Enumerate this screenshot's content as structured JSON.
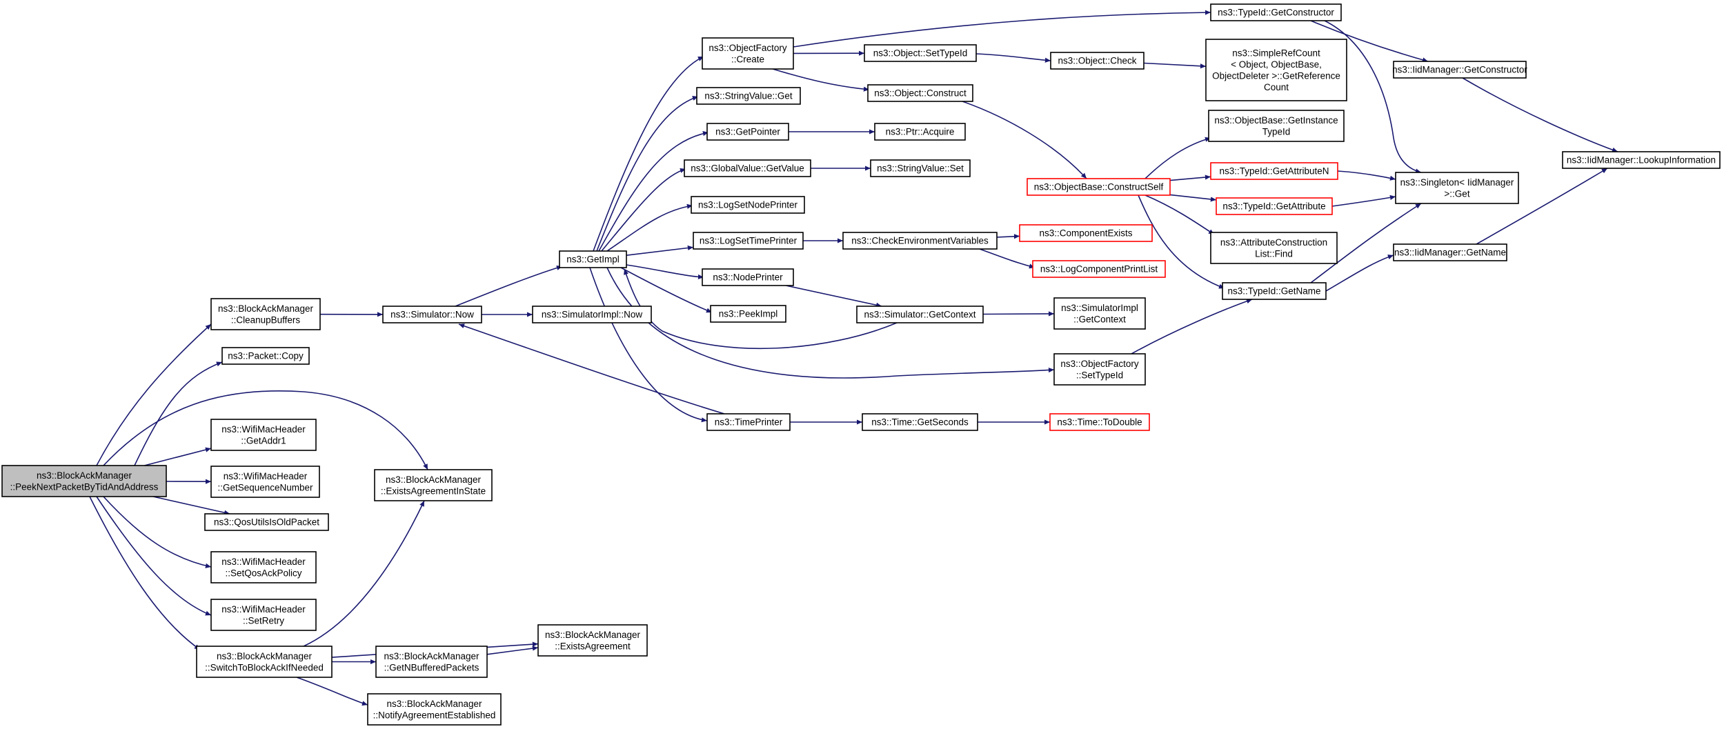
{
  "graph": {
    "edge_color": "#191970",
    "colors": {
      "root_fill": "#bfbfbf",
      "default_stroke": "#000000",
      "truncated_stroke": "#ff0000"
    },
    "nodes": [
      {
        "id": "root",
        "lines": [
          "ns3::BlockAckManager",
          "::PeekNextPacketByTidAndAddress"
        ],
        "style": "root"
      },
      {
        "id": "cleanup",
        "lines": [
          "ns3::BlockAckManager",
          "::CleanupBuffers"
        ]
      },
      {
        "id": "pktcopy",
        "lines": [
          "ns3::Packet::Copy"
        ]
      },
      {
        "id": "getaddr1",
        "lines": [
          "ns3::WifiMacHeader",
          "::GetAddr1"
        ]
      },
      {
        "id": "getseq",
        "lines": [
          "ns3::WifiMacHeader",
          "::GetSequenceNumber"
        ]
      },
      {
        "id": "qosold",
        "lines": [
          "ns3::QosUtilsIsOldPacket"
        ]
      },
      {
        "id": "setqos",
        "lines": [
          "ns3::WifiMacHeader",
          "::SetQosAckPolicy"
        ]
      },
      {
        "id": "setretry",
        "lines": [
          "ns3::WifiMacHeader",
          "::SetRetry"
        ]
      },
      {
        "id": "switch",
        "lines": [
          "ns3::BlockAckManager",
          "::SwitchToBlockAckIfNeeded"
        ]
      },
      {
        "id": "existsstate",
        "lines": [
          "ns3::BlockAckManager",
          "::ExistsAgreementInState"
        ]
      },
      {
        "id": "simnow",
        "lines": [
          "ns3::Simulator::Now"
        ]
      },
      {
        "id": "getnbuf",
        "lines": [
          "ns3::BlockAckManager",
          "::GetNBufferedPackets"
        ]
      },
      {
        "id": "notify",
        "lines": [
          "ns3::BlockAckManager",
          "::NotifyAgreementEstablished"
        ]
      },
      {
        "id": "existsagr",
        "lines": [
          "ns3::BlockAckManager",
          "::ExistsAgreement"
        ]
      },
      {
        "id": "simimplnow",
        "lines": [
          "ns3::SimulatorImpl::Now"
        ]
      },
      {
        "id": "getimpl",
        "lines": [
          "ns3::GetImpl"
        ]
      },
      {
        "id": "ofcreate",
        "lines": [
          "ns3::ObjectFactory",
          "::Create"
        ]
      },
      {
        "id": "strget",
        "lines": [
          "ns3::StringValue::Get"
        ]
      },
      {
        "id": "getptr",
        "lines": [
          "ns3::GetPointer"
        ]
      },
      {
        "id": "gvget",
        "lines": [
          "ns3::GlobalValue::GetValue"
        ]
      },
      {
        "id": "lognode",
        "lines": [
          "ns3::LogSetNodePrinter"
        ]
      },
      {
        "id": "logtime",
        "lines": [
          "ns3::LogSetTimePrinter"
        ]
      },
      {
        "id": "nodeprinter",
        "lines": [
          "ns3::NodePrinter"
        ]
      },
      {
        "id": "peekimpl",
        "lines": [
          "ns3::PeekImpl"
        ]
      },
      {
        "id": "timeprinter",
        "lines": [
          "ns3::TimePrinter"
        ]
      },
      {
        "id": "objsettid",
        "lines": [
          "ns3::Object::SetTypeId"
        ]
      },
      {
        "id": "objconstruct",
        "lines": [
          "ns3::Object::Construct"
        ]
      },
      {
        "id": "ptracquire",
        "lines": [
          "ns3::Ptr::Acquire"
        ]
      },
      {
        "id": "strset",
        "lines": [
          "ns3::StringValue::Set"
        ]
      },
      {
        "id": "checkenv",
        "lines": [
          "ns3::CheckEnvironmentVariables"
        ]
      },
      {
        "id": "simctx",
        "lines": [
          "ns3::Simulator::GetContext"
        ]
      },
      {
        "id": "getsec",
        "lines": [
          "ns3::Time::GetSeconds"
        ]
      },
      {
        "id": "tidgetctor",
        "lines": [
          "ns3::TypeId::GetConstructor"
        ]
      },
      {
        "id": "objcheck",
        "lines": [
          "ns3::Object::Check"
        ]
      },
      {
        "id": "simplerc",
        "lines": [
          "ns3::SimpleRefCount",
          "< Object, ObjectBase,",
          "ObjectDeleter >::GetReference",
          "Count"
        ]
      },
      {
        "id": "obgetinst",
        "lines": [
          "ns3::ObjectBase::GetInstance",
          "TypeId"
        ]
      },
      {
        "id": "obconstructself",
        "lines": [
          "ns3::ObjectBase::ConstructSelf"
        ],
        "style": "truncated"
      },
      {
        "id": "tidgetattrn",
        "lines": [
          "ns3::TypeId::GetAttributeN"
        ],
        "style": "truncated"
      },
      {
        "id": "tidgetattr",
        "lines": [
          "ns3::TypeId::GetAttribute"
        ],
        "style": "truncated"
      },
      {
        "id": "compexists",
        "lines": [
          "ns3::ComponentExists"
        ],
        "style": "truncated"
      },
      {
        "id": "logcomplist",
        "lines": [
          "ns3::LogComponentPrintList"
        ],
        "style": "truncated"
      },
      {
        "id": "attrfind",
        "lines": [
          "ns3::AttributeConstruction",
          "List::Find"
        ]
      },
      {
        "id": "simimplctx",
        "lines": [
          "ns3::SimulatorImpl",
          "::GetContext"
        ]
      },
      {
        "id": "ofsettid",
        "lines": [
          "ns3::ObjectFactory",
          "::SetTypeId"
        ]
      },
      {
        "id": "todouble",
        "lines": [
          "ns3::Time::ToDouble"
        ],
        "style": "truncated"
      },
      {
        "id": "tidgetname",
        "lines": [
          "ns3::TypeId::GetName"
        ]
      },
      {
        "id": "iidgetctor",
        "lines": [
          "ns3::IidManager::GetConstructor"
        ]
      },
      {
        "id": "singleton",
        "lines": [
          "ns3::Singleton< IidManager",
          ">::Get"
        ]
      },
      {
        "id": "iidgetname",
        "lines": [
          "ns3::IidManager::GetName"
        ]
      },
      {
        "id": "iidlookup",
        "lines": [
          "ns3::IidManager::LookupInformation"
        ]
      }
    ],
    "edges": [
      [
        "root",
        "cleanup"
      ],
      [
        "root",
        "pktcopy"
      ],
      [
        "root",
        "getaddr1"
      ],
      [
        "root",
        "getseq"
      ],
      [
        "root",
        "qosold"
      ],
      [
        "root",
        "setqos"
      ],
      [
        "root",
        "setretry"
      ],
      [
        "root",
        "switch"
      ],
      [
        "root",
        "existsstate"
      ],
      [
        "cleanup",
        "simnow"
      ],
      [
        "switch",
        "existsstate"
      ],
      [
        "switch",
        "getnbuf"
      ],
      [
        "switch",
        "existsagr"
      ],
      [
        "switch",
        "notify"
      ],
      [
        "getnbuf",
        "existsagr"
      ],
      [
        "simnow",
        "getimpl"
      ],
      [
        "simnow",
        "simimplnow"
      ],
      [
        "getimpl",
        "ofcreate"
      ],
      [
        "getimpl",
        "strget"
      ],
      [
        "getimpl",
        "getptr"
      ],
      [
        "getimpl",
        "gvget"
      ],
      [
        "getimpl",
        "lognode"
      ],
      [
        "getimpl",
        "logtime"
      ],
      [
        "getimpl",
        "nodeprinter"
      ],
      [
        "getimpl",
        "peekimpl"
      ],
      [
        "getimpl",
        "timeprinter"
      ],
      [
        "getimpl",
        "ofsettid"
      ],
      [
        "ofcreate",
        "tidgetctor"
      ],
      [
        "ofcreate",
        "objsettid"
      ],
      [
        "ofcreate",
        "objconstruct"
      ],
      [
        "getptr",
        "ptracquire"
      ],
      [
        "gvget",
        "strset"
      ],
      [
        "logtime",
        "checkenv"
      ],
      [
        "nodeprinter",
        "simctx"
      ],
      [
        "simctx",
        "getimpl"
      ],
      [
        "timeprinter",
        "simnow"
      ],
      [
        "timeprinter",
        "getsec"
      ],
      [
        "objsettid",
        "objcheck"
      ],
      [
        "objconstruct",
        "obconstructself"
      ],
      [
        "checkenv",
        "compexists"
      ],
      [
        "checkenv",
        "logcomplist"
      ],
      [
        "simctx",
        "simimplctx"
      ],
      [
        "getsec",
        "todouble"
      ],
      [
        "objcheck",
        "simplerc"
      ],
      [
        "obconstructself",
        "obgetinst"
      ],
      [
        "obconstructself",
        "tidgetattrn"
      ],
      [
        "obconstructself",
        "tidgetattr"
      ],
      [
        "obconstructself",
        "attrfind"
      ],
      [
        "obconstructself",
        "tidgetname"
      ],
      [
        "ofsettid",
        "tidgetname"
      ],
      [
        "tidgetctor",
        "iidgetctor"
      ],
      [
        "tidgetctor",
        "singleton"
      ],
      [
        "tidgetattrn",
        "singleton"
      ],
      [
        "tidgetattr",
        "singleton"
      ],
      [
        "tidgetname",
        "singleton"
      ],
      [
        "tidgetname",
        "iidgetname"
      ],
      [
        "iidgetctor",
        "iidlookup"
      ],
      [
        "iidgetname",
        "iidlookup"
      ]
    ]
  }
}
